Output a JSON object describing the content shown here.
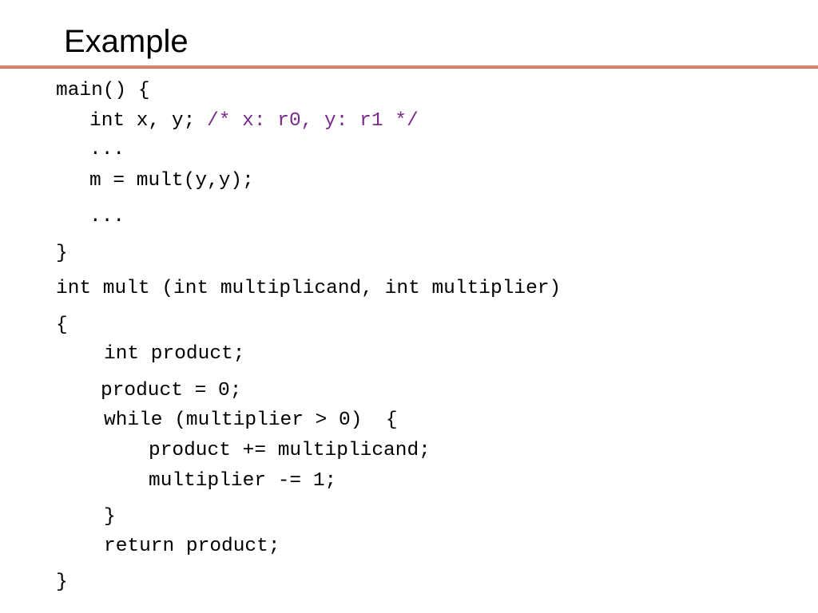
{
  "slide": {
    "title": "Example"
  },
  "colors": {
    "rule": "#d9886a",
    "comment": "#7a2a8a",
    "text": "#000000"
  },
  "code": {
    "main_sig": "main() {",
    "decl_code": "int x, y; ",
    "decl_comment": "/* x: r0, y: r1 */",
    "ellipsis_1": "...",
    "assign": "m = mult(y,y);",
    "ellipsis_2": "...",
    "main_close": "}",
    "mult_sig": "int mult (int multiplicand, int multiplier)",
    "mult_open": "{",
    "product_decl": "int product;",
    "product_init": "product = 0;",
    "while_head": "while (multiplier > 0)  {",
    "product_add": "product += multiplicand;",
    "multiplier_dec": "multiplier -= 1;",
    "while_close": "}",
    "return_stmt": "return product;",
    "mult_close": "}"
  }
}
